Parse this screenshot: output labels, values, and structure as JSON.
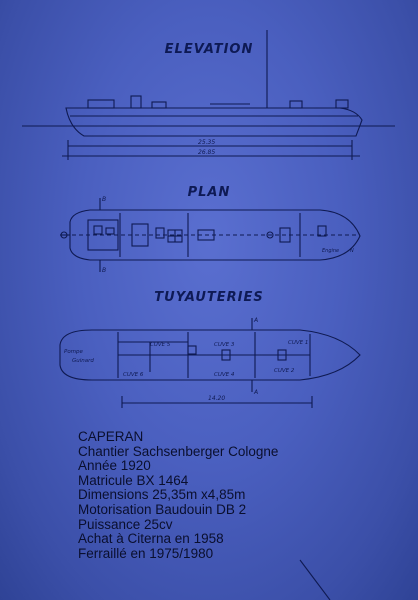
{
  "headings": {
    "elevation": "ELEVATION",
    "plan": "PLAN",
    "tuyauteries": "TUYAUTERIES"
  },
  "dimensions": {
    "length_inner": "25.35",
    "length_outer": "26.85",
    "tank_length": "14.20"
  },
  "section_marks": {
    "b": "B",
    "a": "A",
    "north": "N"
  },
  "plan_labels": {
    "engine": "Engine"
  },
  "tank_labels": {
    "pompe_line1": "Pompe",
    "pompe_line2": "Guinard",
    "cuve5": "CUVE 5",
    "cuve6": "CUVE 6",
    "cuve3": "CUVE 3",
    "cuve4": "CUVE 4",
    "cuve1": "CUVE 1",
    "cuve2": "CUVE 2"
  },
  "caption": {
    "name": "CAPERAN",
    "builder": "Chantier Sachsenberger Cologne",
    "year": "Année 1920",
    "registration": "Matricule BX 1464",
    "dimensions": "Dimensions 25,35m x4,85m",
    "engine": "Motorisation Baudouin DB 2",
    "power": "Puissance 25cv",
    "purchase": "Achat à Citerna en 1958",
    "scrapped": "Ferraillé en 1975/1980"
  },
  "colors": {
    "paper": "#4a5fbf",
    "ink": "#0f1a52"
  }
}
